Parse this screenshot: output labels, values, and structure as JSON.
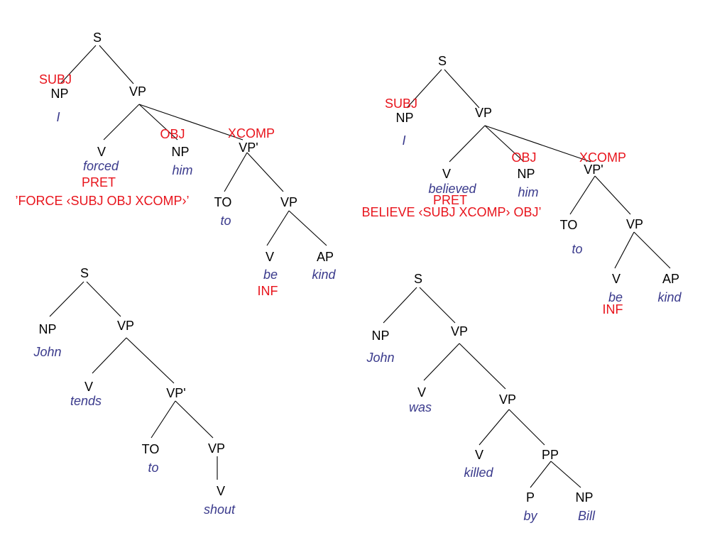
{
  "colors": {
    "category": "#000000",
    "word": "#3a3a8c",
    "feature": "#e8141c",
    "branch": "#000000"
  },
  "trees": [
    {
      "id": "tree-1",
      "labels": {
        "s": "S",
        "subj": "SUBJ",
        "np_subj": "NP",
        "i": "I",
        "vp": "VP",
        "v": "V",
        "forced": "forced",
        "pret": "PRET",
        "force_pred": "’FORCE ‹SUBJ OBJ XCOMP›’",
        "obj": "OBJ",
        "np_obj": "NP",
        "him": "him",
        "xcomp": "XCOMP",
        "vpbar": "VP'",
        "to_cat": "TO",
        "to": "to",
        "vp2": "VP",
        "v2": "V",
        "be": "be",
        "inf": "INF",
        "ap": "AP",
        "kind": "kind"
      }
    },
    {
      "id": "tree-2",
      "labels": {
        "s": "S",
        "subj": "SUBJ",
        "np_subj": "NP",
        "i": "I",
        "vp": "VP",
        "v": "V",
        "believed": "believed",
        "pret": "PRET",
        "believe_pred": "BELIEVE ‹SUBJ XCOMP› OBJ’",
        "obj": "OBJ",
        "np_obj": "NP",
        "him": "him",
        "xcomp": "XCOMP",
        "vpbar": "VP'",
        "to_cat": "TO",
        "to": "to",
        "vp2": "VP",
        "v2": "V",
        "be": "be",
        "inf": "INF",
        "ap": "AP",
        "kind": "kind"
      }
    },
    {
      "id": "tree-3",
      "labels": {
        "s": "S",
        "np": "NP",
        "john": "John",
        "vp": "VP",
        "v": "V",
        "tends": "tends",
        "vpbar": "VP'",
        "to_cat": "TO",
        "to": "to",
        "vp2": "VP",
        "v2": "V",
        "shout": "shout"
      }
    },
    {
      "id": "tree-4",
      "labels": {
        "s": "S",
        "np": "NP",
        "john": "John",
        "vp": "VP",
        "v": "V",
        "was": "was",
        "vp2": "VP",
        "v2": "V",
        "killed": "killed",
        "pp": "PP",
        "p": "P",
        "by": "by",
        "np2": "NP",
        "bill": "Bill"
      }
    }
  ]
}
